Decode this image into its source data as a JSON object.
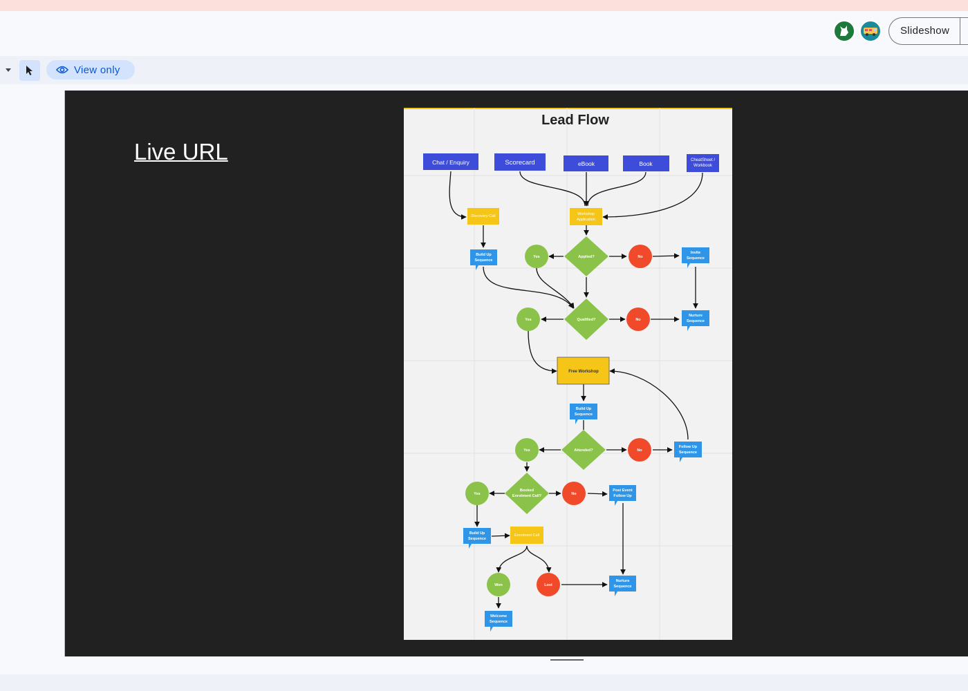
{
  "header": {
    "avatars": [
      {
        "icon": "cat-icon",
        "color": "#1e7a3c"
      },
      {
        "icon": "bus-icon",
        "color": "#1b8a9c"
      }
    ],
    "slideshow_label": "Slideshow"
  },
  "toolbar": {
    "view_only_label": "View only"
  },
  "slide": {
    "link_text": "Live URL",
    "flowchart": {
      "title": "Lead Flow",
      "colors": {
        "source": "#3d4cd9",
        "action": "#f5c518",
        "decision": "#8bc34a",
        "yes": "#8bc34a",
        "no": "#f04a2a",
        "sequence": "#2f95e8",
        "background": "#f2f2f2"
      },
      "sources": [
        "Chat / Enquiry",
        "Scorecard",
        "eBook",
        "Book",
        "CheatSheet / Workbook"
      ],
      "actions": {
        "discovery_call": "Discovery Call",
        "workshop_application": "Workshop Application",
        "free_workshop": "Free Workshop",
        "enrolment_call": "Enrolment Call"
      },
      "decisions": {
        "applied": "Applied?",
        "qualified": "Qualified?",
        "attended": "Attended?",
        "booked": "Booked Enrolment Call?"
      },
      "yes_label": "Yes",
      "no_label": "No",
      "won_label": "Won",
      "lost_label": "Lost",
      "sequences": {
        "build_up_1": "Build Up Sequence",
        "invite": "Invite Sequence",
        "nurture_1": "Nurture Sequence",
        "build_up_2": "Build Up Sequence",
        "follow_up": "Follow Up Sequence",
        "post_event": "Post Event Follow Up",
        "build_up_3": "Build Up Sequence",
        "nurture_2": "Nurture Sequence",
        "welcome": "Welcome Sequence"
      }
    }
  }
}
